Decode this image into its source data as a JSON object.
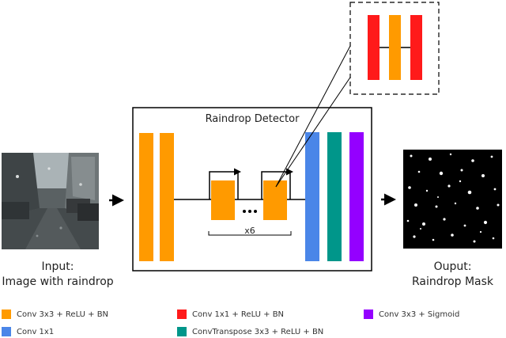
{
  "detector": {
    "title": "Raindrop Detector",
    "repeat_label": "x6"
  },
  "input": {
    "caption_line1": "Input:",
    "caption_line2": "Image with raindrop"
  },
  "output": {
    "caption_line1": "Ouput:",
    "caption_line2": "Raindrop Mask"
  },
  "legend": [
    {
      "label": "Conv 3x3 + ReLU + BN",
      "color": "#ff9a00"
    },
    {
      "label": "Conv 1x1 + ReLU + BN",
      "color": "#ff1a1a"
    },
    {
      "label": "Conv 3x3 + Sigmoid",
      "color": "#9400ff"
    },
    {
      "label": "Conv 1x1",
      "color": "#4a86e8"
    },
    {
      "label": "ConvTranspose 3x3 + ReLU + BN",
      "color": "#00968a"
    }
  ],
  "colors": {
    "orange": "#ff9a00",
    "red": "#ff1a1a",
    "purple": "#9400ff",
    "blue": "#4a86e8",
    "teal": "#00968a"
  }
}
